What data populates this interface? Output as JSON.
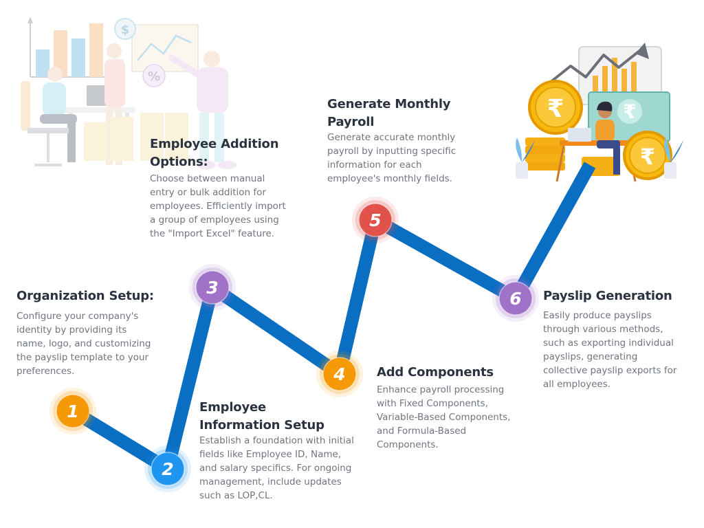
{
  "steps": [
    {
      "number": "1",
      "title": "Organization Setup:",
      "description": "Configure your company's identity by providing its name, logo, and customizing the payslip template to your preferences.",
      "color": "#f59a06"
    },
    {
      "number": "2",
      "title": "Employee Information Setup",
      "description": "Establish a foundation with initial fields like Employee ID, Name, and salary specifics. For ongoing management, include updates such as LOP,CL.",
      "color": "#1e96f0"
    },
    {
      "number": "3",
      "title": "Employee Addition Options:",
      "description": "Choose between manual entry or bulk addition for employees. Efficiently import a group of employees using the \"Import Excel\" feature.",
      "color": "#a073c8"
    },
    {
      "number": "4",
      "title": "Add Components",
      "description": "Enhance payroll processing with Fixed Components, Variable-Based Components, and Formula-Based Components.",
      "color": "#f59a06"
    },
    {
      "number": "5",
      "title": "Generate Monthly Payroll",
      "description": "Generate accurate monthly payroll by inputting specific information for each employee's monthly fields.",
      "color": "#e0524a"
    },
    {
      "number": "6",
      "title": "Payslip Generation",
      "description": "Easily produce payslips through various methods, such as exporting individual payslips, generating collective payslip exports for all employees.",
      "color": "#a073c8"
    }
  ],
  "illustrations": {
    "left": "team-finance-illustration",
    "right": "payroll-coins-illustration",
    "currency_symbol": "₹",
    "dollar_symbol": "$",
    "percent_symbol": "%"
  },
  "colors": {
    "path": "#0a6ec2",
    "title": "#2b3240",
    "text": "#6f7480"
  }
}
